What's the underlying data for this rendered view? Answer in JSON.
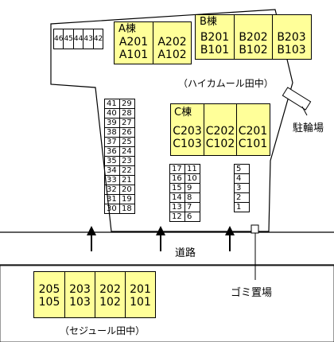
{
  "buildings": {
    "a": {
      "label": "A棟",
      "units": [
        {
          "top": "A201",
          "bottom": "A101"
        },
        {
          "top": "A202",
          "bottom": "A102"
        }
      ]
    },
    "b": {
      "label": "B棟",
      "units": [
        {
          "top": "B201",
          "bottom": "B101"
        },
        {
          "top": "B202",
          "bottom": "B102"
        },
        {
          "top": "B203",
          "bottom": "B103"
        }
      ]
    },
    "c": {
      "label": "C棟",
      "units": [
        {
          "top": "C203",
          "bottom": "C103"
        },
        {
          "top": "C202",
          "bottom": "C102"
        },
        {
          "top": "C201",
          "bottom": "C101"
        }
      ]
    },
    "south": {
      "units": [
        {
          "top": "205",
          "bottom": "105"
        },
        {
          "top": "203",
          "bottom": "103"
        },
        {
          "top": "202",
          "bottom": "102"
        },
        {
          "top": "201",
          "bottom": "101"
        }
      ]
    }
  },
  "moto_spaces": [
    "46",
    "45",
    "44",
    "43",
    "42"
  ],
  "parking_left": [
    [
      "41",
      "29"
    ],
    [
      "40",
      "28"
    ],
    [
      "39",
      "27"
    ],
    [
      "38",
      "26"
    ],
    [
      "37",
      "25"
    ],
    [
      "36",
      "24"
    ],
    [
      "35",
      "23"
    ],
    [
      "34",
      "22"
    ],
    [
      "33",
      "21"
    ],
    [
      "32",
      "20"
    ],
    [
      "31",
      "19"
    ],
    [
      "30",
      "18"
    ]
  ],
  "parking_mid": [
    [
      "17",
      "11"
    ],
    [
      "16",
      "10"
    ],
    [
      "15",
      "9"
    ],
    [
      "14",
      "8"
    ],
    [
      "13",
      "7"
    ],
    [
      "12",
      "6"
    ]
  ],
  "parking_right": [
    "5",
    "4",
    "3",
    "2",
    "1"
  ],
  "labels": {
    "haikamu": "（ハイカムール田中）",
    "bicycle": "駐輪場",
    "road": "道路",
    "garbage": "ゴミ置場",
    "sejour": "（セジュール田中）"
  }
}
